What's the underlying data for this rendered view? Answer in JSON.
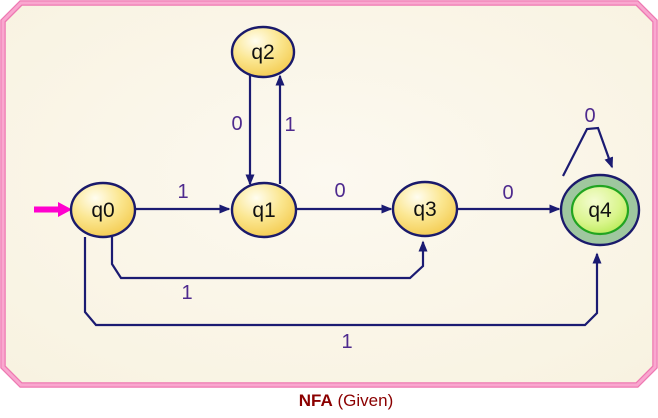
{
  "caption": {
    "title": "NFA",
    "suffix": "(Given)"
  },
  "automaton": {
    "alphabet": [
      "0",
      "1"
    ],
    "states": [
      {
        "id": "q0",
        "label": "q0",
        "start": true,
        "accepting": false
      },
      {
        "id": "q1",
        "label": "q1",
        "start": false,
        "accepting": false
      },
      {
        "id": "q2",
        "label": "q2",
        "start": false,
        "accepting": false
      },
      {
        "id": "q3",
        "label": "q3",
        "start": false,
        "accepting": false
      },
      {
        "id": "q4",
        "label": "q4",
        "start": false,
        "accepting": true
      }
    ],
    "transitions": [
      {
        "from": "q0",
        "to": "q1",
        "symbol": "1"
      },
      {
        "from": "q1",
        "to": "q3",
        "symbol": "0"
      },
      {
        "from": "q3",
        "to": "q4",
        "symbol": "0"
      },
      {
        "from": "q2",
        "to": "q1",
        "symbol": "0"
      },
      {
        "from": "q1",
        "to": "q2",
        "symbol": "1"
      },
      {
        "from": "q4",
        "to": "q4",
        "symbol": "0"
      },
      {
        "from": "q0",
        "to": "q3",
        "symbol": "1"
      },
      {
        "from": "q0",
        "to": "q4",
        "symbol": "1"
      }
    ]
  },
  "colors": {
    "panel_fill": "#faf5e8",
    "panel_border_outer": "#ee79b2",
    "panel_border_inner": "#f9a7cf",
    "state_fill_top": "#fffdf0",
    "state_fill_bottom": "#f2c440",
    "state_border": "#1a1a6b",
    "edge": "#1b1b72",
    "edge_label": "#4e2a8e",
    "start_arrow": "#ff00ce",
    "accept_ring": "#9fc79f",
    "accept_inner_border": "#21a421",
    "accept_inner_top": "#f4fcd2",
    "accept_inner_bottom": "#a9e63f",
    "caption": "#8b0000"
  }
}
